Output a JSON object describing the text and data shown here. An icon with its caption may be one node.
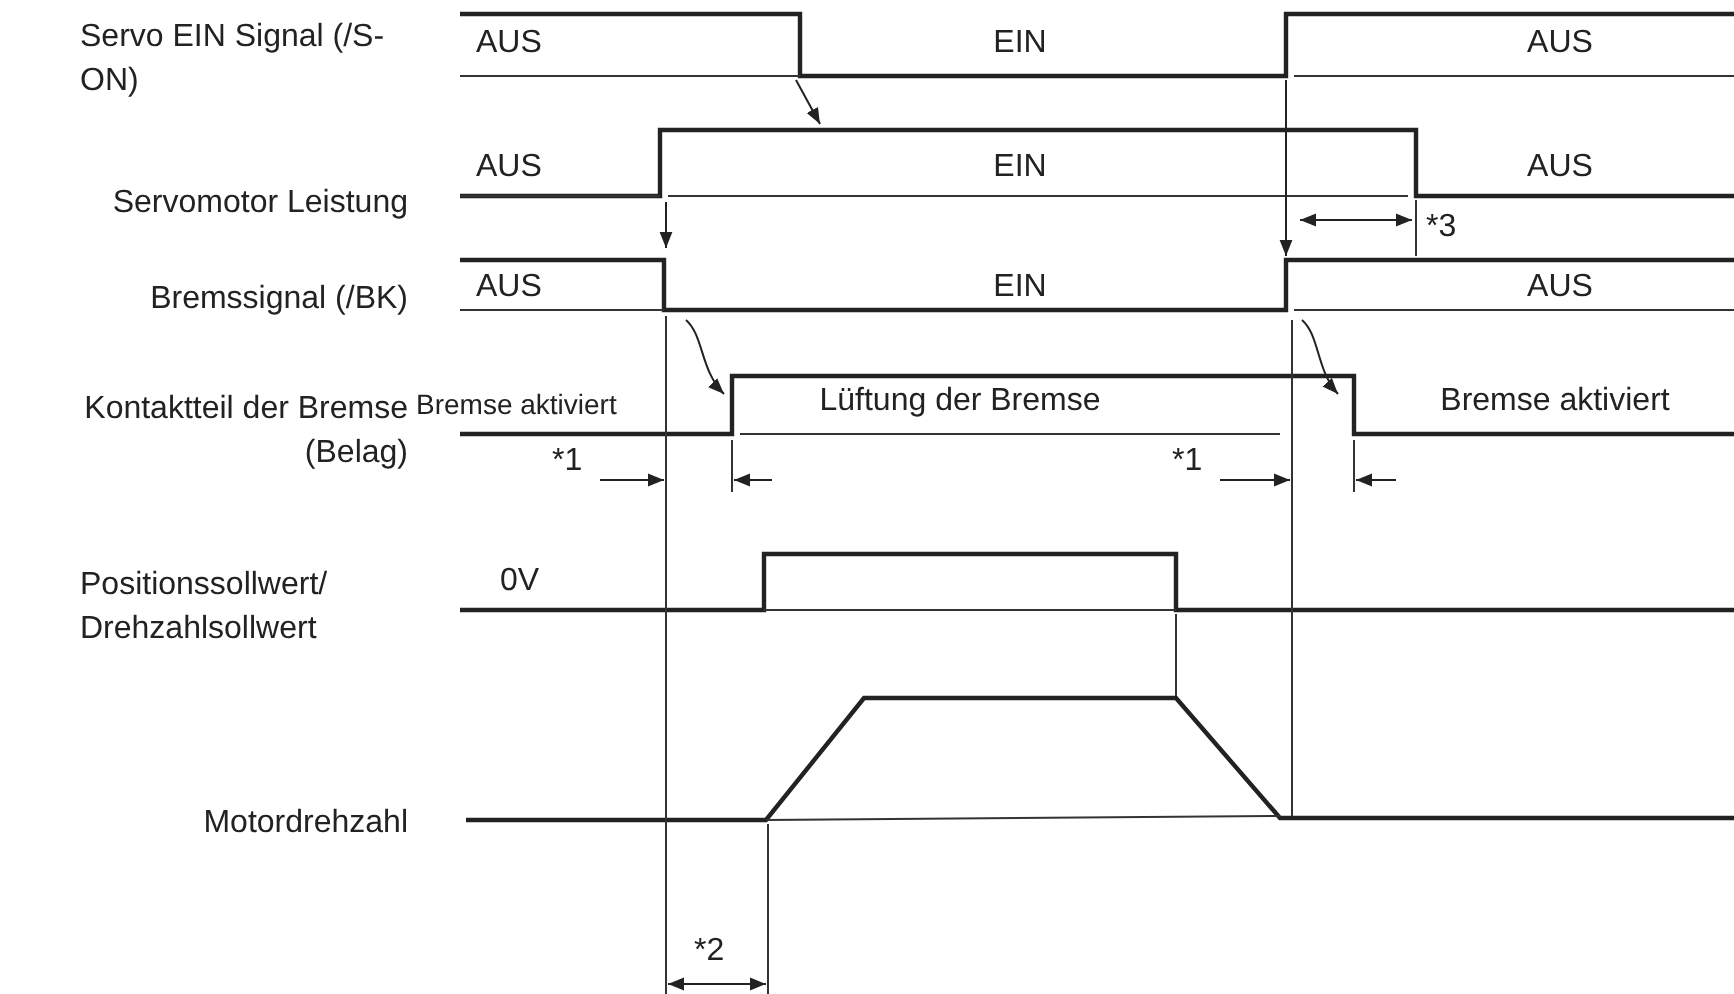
{
  "diagram": {
    "labels": [
      "Servo EIN Signal (/S-ON)",
      "AUS",
      "EIN",
      "AUS",
      "Servomotor Leistung",
      "AUS",
      "EIN",
      "AUS",
      "*3",
      "Bremssignal (/BK)",
      "AUS",
      "EIN",
      "AUS",
      "Kontaktteil der Bremse (Belag)",
      "Bremse aktiviert",
      "Lüftung der Bremse",
      "Bremse aktiviert",
      "*1",
      "*1",
      "Positionssollwert/ Drehzahlsollwert",
      "0V",
      "Motordrehzahl",
      "*2"
    ]
  }
}
